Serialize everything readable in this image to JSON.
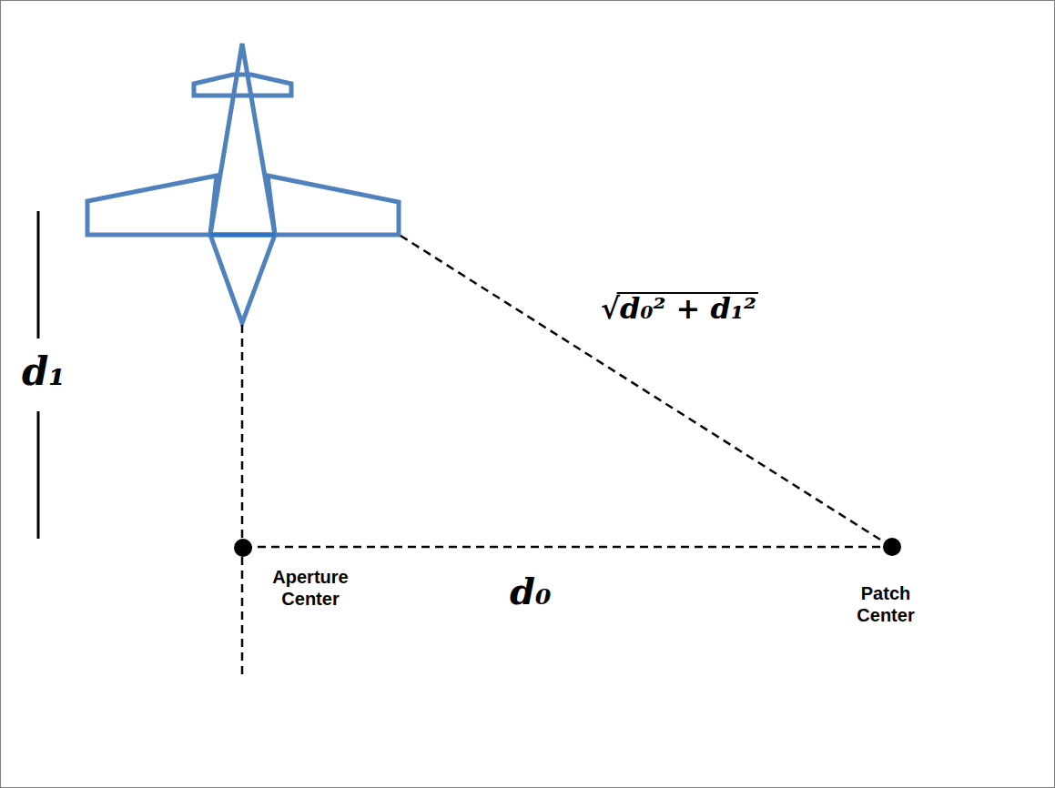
{
  "diagram": {
    "labels": [
      "√d₀² + d₁²",
      "d₁",
      "Aperture Center",
      "d₀",
      "Patch Center"
    ]
  }
}
